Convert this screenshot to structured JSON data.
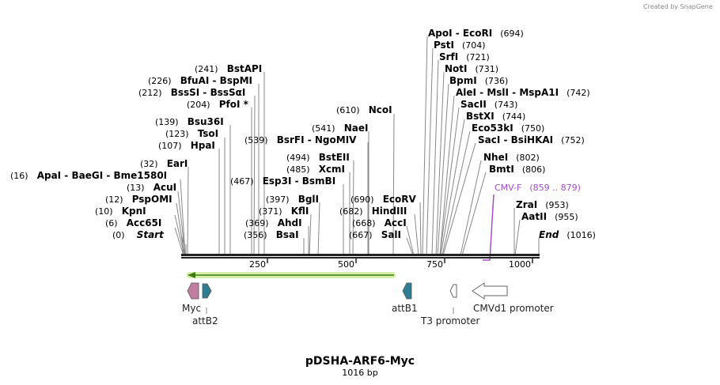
{
  "credit": "Created by SnapGene",
  "map": {
    "title": "pDSHA-ARF6-Myc",
    "subtitle": "1016 bp",
    "length": 1016
  },
  "scale_ticks": [
    "250",
    "500",
    "750",
    "1000"
  ],
  "sites": [
    {
      "name": "Start",
      "pos": "(0)",
      "italic": true
    },
    {
      "name": "Acc65I",
      "pos": "(6)"
    },
    {
      "name": "KpnI",
      "pos": "(10)"
    },
    {
      "name": "PspOMI",
      "pos": "(12)"
    },
    {
      "name": "AcuI",
      "pos": "(13)"
    },
    {
      "name": "ApaI  -  BaeGI  -  Bme1580I",
      "pos": "(16)"
    },
    {
      "name": "EarI",
      "pos": "(32)"
    },
    {
      "name": "HpaI",
      "pos": "(107)"
    },
    {
      "name": "TsoI",
      "pos": "(123)"
    },
    {
      "name": "Bsu36I",
      "pos": "(139)"
    },
    {
      "name": "PfoI *",
      "pos": "(204)"
    },
    {
      "name": "BssSI  -  BssSαI",
      "pos": "(212)"
    },
    {
      "name": "BfuAI  -  BspMI",
      "pos": "(226)"
    },
    {
      "name": "BstAPI",
      "pos": "(241)"
    },
    {
      "name": "BsaI",
      "pos": "(356)"
    },
    {
      "name": "AhdI",
      "pos": "(369)"
    },
    {
      "name": "KflI",
      "pos": "(371)"
    },
    {
      "name": "BglI",
      "pos": "(397)"
    },
    {
      "name": "Esp3I  -  BsmBI",
      "pos": "(467)"
    },
    {
      "name": "XcmI",
      "pos": "(485)"
    },
    {
      "name": "BstEII",
      "pos": "(494)"
    },
    {
      "name": "BsrFI  -  NgoMIV",
      "pos": "(539)"
    },
    {
      "name": "NaeI",
      "pos": "(541)"
    },
    {
      "name": "NcoI",
      "pos": "(610)"
    },
    {
      "name": "SalI",
      "pos": "(667)"
    },
    {
      "name": "AccI",
      "pos": "(668)"
    },
    {
      "name": "HindIII",
      "pos": "(682)"
    },
    {
      "name": "EcoRV",
      "pos": "(690)"
    },
    {
      "name": "ApoI  -  EcoRI",
      "pos": "(694)"
    },
    {
      "name": "PstI",
      "pos": "(704)"
    },
    {
      "name": "SrfI",
      "pos": "(721)"
    },
    {
      "name": "NotI",
      "pos": "(731)"
    },
    {
      "name": "BpmI",
      "pos": "(736)"
    },
    {
      "name": "AleI  -  MslI  -  MspA1I",
      "pos": "(742)"
    },
    {
      "name": "SacII",
      "pos": "(743)"
    },
    {
      "name": "BstXI",
      "pos": "(744)"
    },
    {
      "name": "Eco53kI",
      "pos": "(750)"
    },
    {
      "name": "SacI  -  BsiHKAI",
      "pos": "(752)"
    },
    {
      "name": "NheI",
      "pos": "(802)"
    },
    {
      "name": "BmtI",
      "pos": "(806)"
    },
    {
      "name": "ZraI",
      "pos": "(953)"
    },
    {
      "name": "AatII",
      "pos": "(955)"
    },
    {
      "name": "End",
      "pos": "(1016)",
      "italic": true
    }
  ],
  "primer": {
    "name": "CMV-F",
    "range": "(859 .. 879)"
  },
  "features": {
    "myc": "Myc",
    "attB2": "attB2",
    "attB1": "attB1",
    "t3": "T3 promoter",
    "cmv": "CMVd1 promoter"
  }
}
